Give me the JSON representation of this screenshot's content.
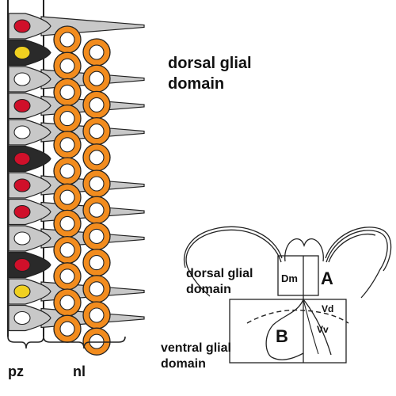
{
  "labels": {
    "dorsal_big_line1": "dorsal glial",
    "dorsal_big_line2": "domain",
    "pz": "pz",
    "nl": "nl",
    "dorsal_small_line1": "dorsal glial",
    "dorsal_small_line2": "domain",
    "ventral_small_line1": "ventral glial",
    "ventral_small_line2": "domain",
    "dm": "Dm",
    "a": "A",
    "b": "B",
    "vd": "Vd",
    "vv": "Vv"
  },
  "pz_cells": [
    {
      "kind": "glia",
      "nucleus": "red"
    },
    {
      "kind": "progenitor",
      "nucleus": "yellow"
    },
    {
      "kind": "glia",
      "nucleus": "white"
    },
    {
      "kind": "glia",
      "nucleus": "red"
    },
    {
      "kind": "glia",
      "nucleus": "white"
    },
    {
      "kind": "progenitor",
      "nucleus": "red"
    },
    {
      "kind": "glia",
      "nucleus": "red"
    },
    {
      "kind": "glia",
      "nucleus": "red"
    },
    {
      "kind": "glia",
      "nucleus": "white"
    },
    {
      "kind": "progenitor",
      "nucleus": "red"
    },
    {
      "kind": "glia",
      "nucleus": "yellow"
    },
    {
      "kind": "glia",
      "nucleus": "white"
    }
  ],
  "nl_rows": 12,
  "colors": {
    "glia_body": "#c8c8c8",
    "progenitor_body": "#2a2a2a",
    "red": "#d0102a",
    "yellow": "#f0d020",
    "white": "#ffffff",
    "neuron_ring": "#f28c1e",
    "outline": "#222222"
  }
}
